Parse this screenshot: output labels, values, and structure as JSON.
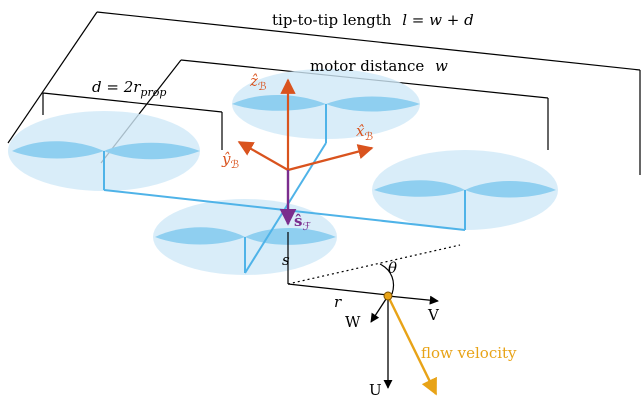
{
  "labels": {
    "tip_to_tip": "tip-to-tip length",
    "tip_to_tip_eq": "l = w + d",
    "motor_distance": "motor distance",
    "motor_distance_var": "w",
    "d_eq": "d = 2r",
    "d_sub": "prop",
    "z_hat": "ẑ",
    "x_hat": "x̂",
    "y_hat": "ŷ",
    "sub_B": "ℬ",
    "s_hat": "ŝ",
    "sub_F": "ℱ",
    "s": "s",
    "r": "r",
    "theta": "θ",
    "V": "V",
    "W": "W",
    "U": "U",
    "flow_velocity": "flow velocity"
  },
  "colors": {
    "frame": "#4fb3e8",
    "disk_fill": "#cfe9f8",
    "blade": "#8fcff0",
    "body_axes": "#d9531e",
    "s_axis": "#7b2d8e",
    "flow": "#e8a317",
    "ink": "#000000"
  }
}
